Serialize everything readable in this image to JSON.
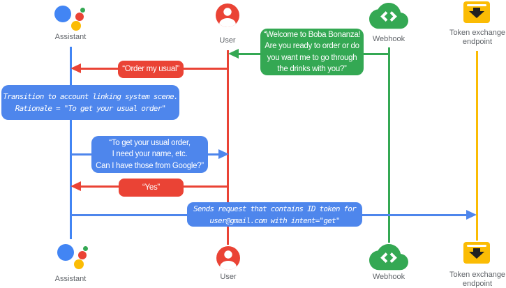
{
  "colors": {
    "blue": "#4285F4",
    "blue_box": "#4E86EC",
    "red": "#EA4335",
    "green": "#34A853",
    "yellow": "#FBBC04",
    "dark": "#212121",
    "label_gray": "#5F6368"
  },
  "icons": {
    "assistant": "google-assistant-logo-icon",
    "user": "person-circle-icon",
    "webhook": "cloud-code-brackets-icon",
    "token_endpoint": "download-box-icon"
  },
  "actors": {
    "assistant": {
      "label": "Assistant"
    },
    "user": {
      "label": "User"
    },
    "webhook": {
      "label": "Webhook"
    },
    "token_endpoint": {
      "label_lines": [
        "Token exchange",
        "endpoint"
      ]
    }
  },
  "messages": {
    "welcome": {
      "from": "Webhook",
      "to": "User",
      "lines": [
        "“Welcome to Boba Bonanza!",
        "Are you ready to order or do",
        "you want me to go through",
        "the drinks with you?”"
      ]
    },
    "order_my_usual": {
      "from": "User",
      "to": "Assistant",
      "text": "“Order my usual”"
    },
    "transition_note": {
      "lines": [
        "Transition to account linking system scene.",
        "Rationale = \"To get your usual order\""
      ]
    },
    "ask_details": {
      "from": "Assistant",
      "to": "User",
      "lines": [
        "“To get your usual order,",
        "I need your name, etc.",
        "Can I have those from Google?”"
      ]
    },
    "yes": {
      "from": "User",
      "to": "Assistant",
      "text": "“Yes”"
    },
    "sends_request": {
      "from": "Assistant",
      "to": "Token exchange endpoint",
      "lines": [
        "Sends request that contains ID token for",
        "user@gmail.com with intent=\"get\""
      ]
    }
  }
}
